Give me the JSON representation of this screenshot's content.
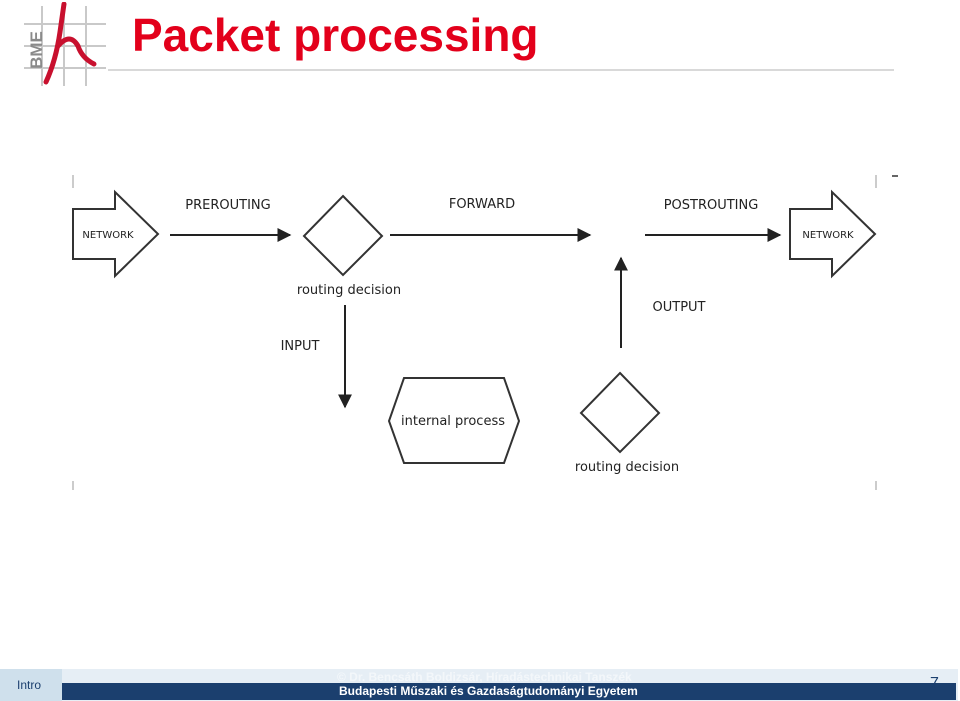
{
  "slide": {
    "title": "Packet processing",
    "logo_text": "BME"
  },
  "diagram": {
    "nodes": {
      "network_in": "NETWORK",
      "network_out": "NETWORK",
      "routing_decision_1": "routing decision",
      "routing_decision_2": "routing decision",
      "internal_process": "internal process"
    },
    "edges": {
      "prerouting": "PREROUTING",
      "forward": "FORWARD",
      "postrouting": "POSTROUTING",
      "input": "INPUT",
      "output": "OUTPUT"
    }
  },
  "footer": {
    "section": "Intro",
    "copyright": "© Dr. Bencsáth Boldizsár, Híradástechnikai Tanszék",
    "university": "Budapesti Műszaki és Gazdaságtudományi Egyetem",
    "page_number": "7"
  },
  "colors": {
    "title": "#e3001b",
    "footer_dark": "#1b3f6e",
    "footer_light": "#e6eef5",
    "logo_red": "#c8102e"
  }
}
